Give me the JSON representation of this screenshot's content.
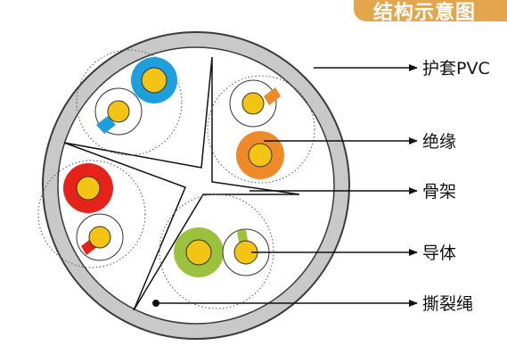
{
  "header_badge": {
    "text": "结构示意图",
    "color": "#e3a64d"
  },
  "labels": {
    "jacket": "护套PVC",
    "insulation": "绝缘",
    "separator": "骨架",
    "conductor": "导体",
    "ripcord": "撕裂绳"
  },
  "colors": {
    "jacket": "#c9c9c9",
    "jacket_edge": "#3a3a3a",
    "conductor": "#f3c414",
    "pair_blue": "#1e9fdd",
    "pair_orange": "#ef8a28",
    "pair_red": "#e5231c",
    "pair_green": "#9bc23c"
  }
}
